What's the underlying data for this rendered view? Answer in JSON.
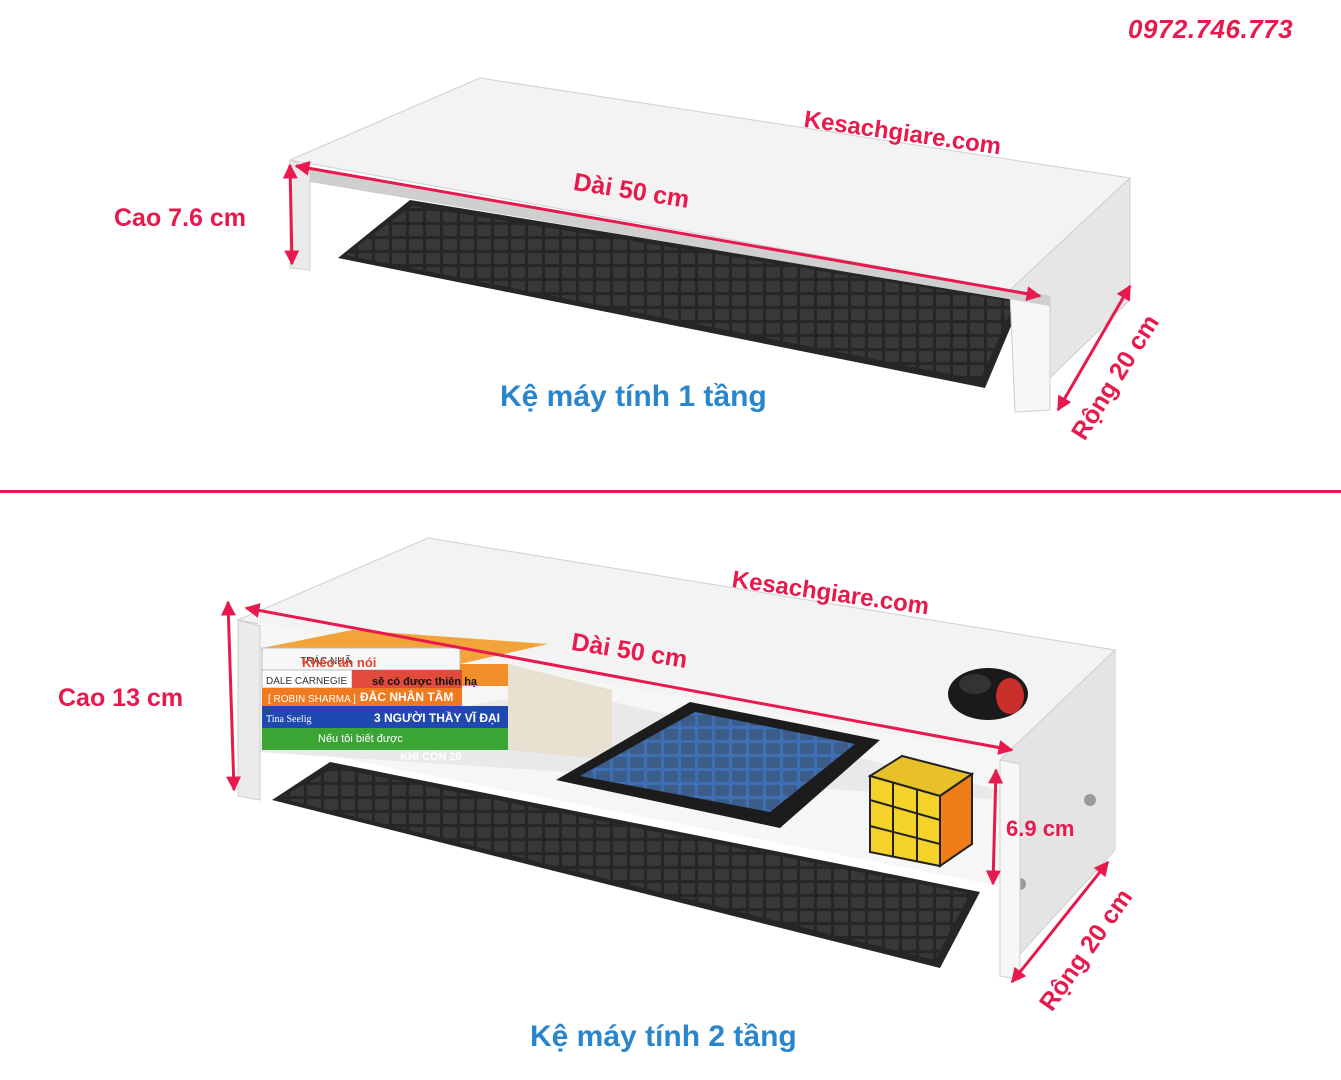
{
  "phone": "0972.746.773",
  "colors": {
    "accent": "#e8194c",
    "title_blue": "#2a86cc",
    "shelf": "#f2f2f2",
    "keyboard": "#2b2b2b"
  },
  "panel1": {
    "site": "Kesachgiare.com",
    "length": "Dài 50 cm",
    "height": "Cao 7.6 cm",
    "depth": "Rộng 20 cm",
    "caption": "Kệ máy tính 1 tầng"
  },
  "panel2": {
    "site": "Kesachgiare.com",
    "length": "Dài 50 cm",
    "height": "Cao 13 cm",
    "inner_height": "6.9 cm",
    "depth": "Rộng 20 cm",
    "caption": "Kệ máy tính 2 tầng",
    "books": [
      {
        "author": "TRÁC NHÃ",
        "title": "Khéo ăn nói",
        "subtitle": "sẽ có được thiên hạ"
      },
      {
        "author": "DALE CARNEGIE",
        "title": "ĐẮC NHÂN TÂM"
      },
      {
        "author": "[ ROBIN SHARMA ]",
        "title": "3 NGƯỜI THẦY VĨ ĐẠI"
      },
      {
        "author": "Tina Seelig",
        "title": "Nếu tôi biết được",
        "subtitle": "KHI CÒN 20"
      }
    ]
  }
}
